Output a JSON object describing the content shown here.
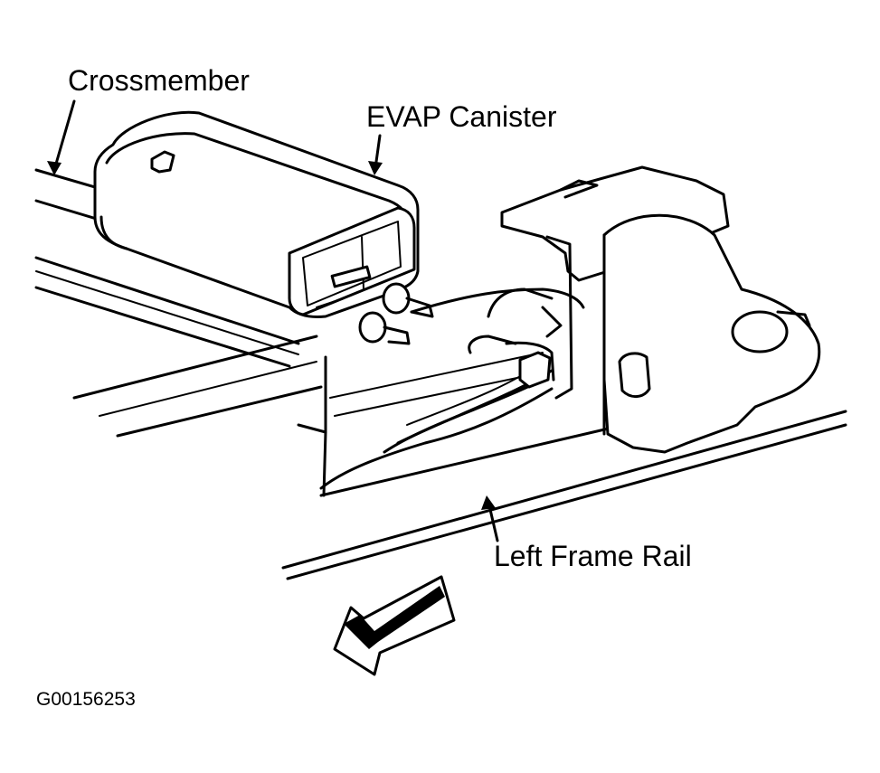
{
  "labels": {
    "crossmember": "Crossmember",
    "evap_canister": "EVAP Canister",
    "left_frame_rail": "Left Frame Rail",
    "figure_id": "G00156253"
  }
}
